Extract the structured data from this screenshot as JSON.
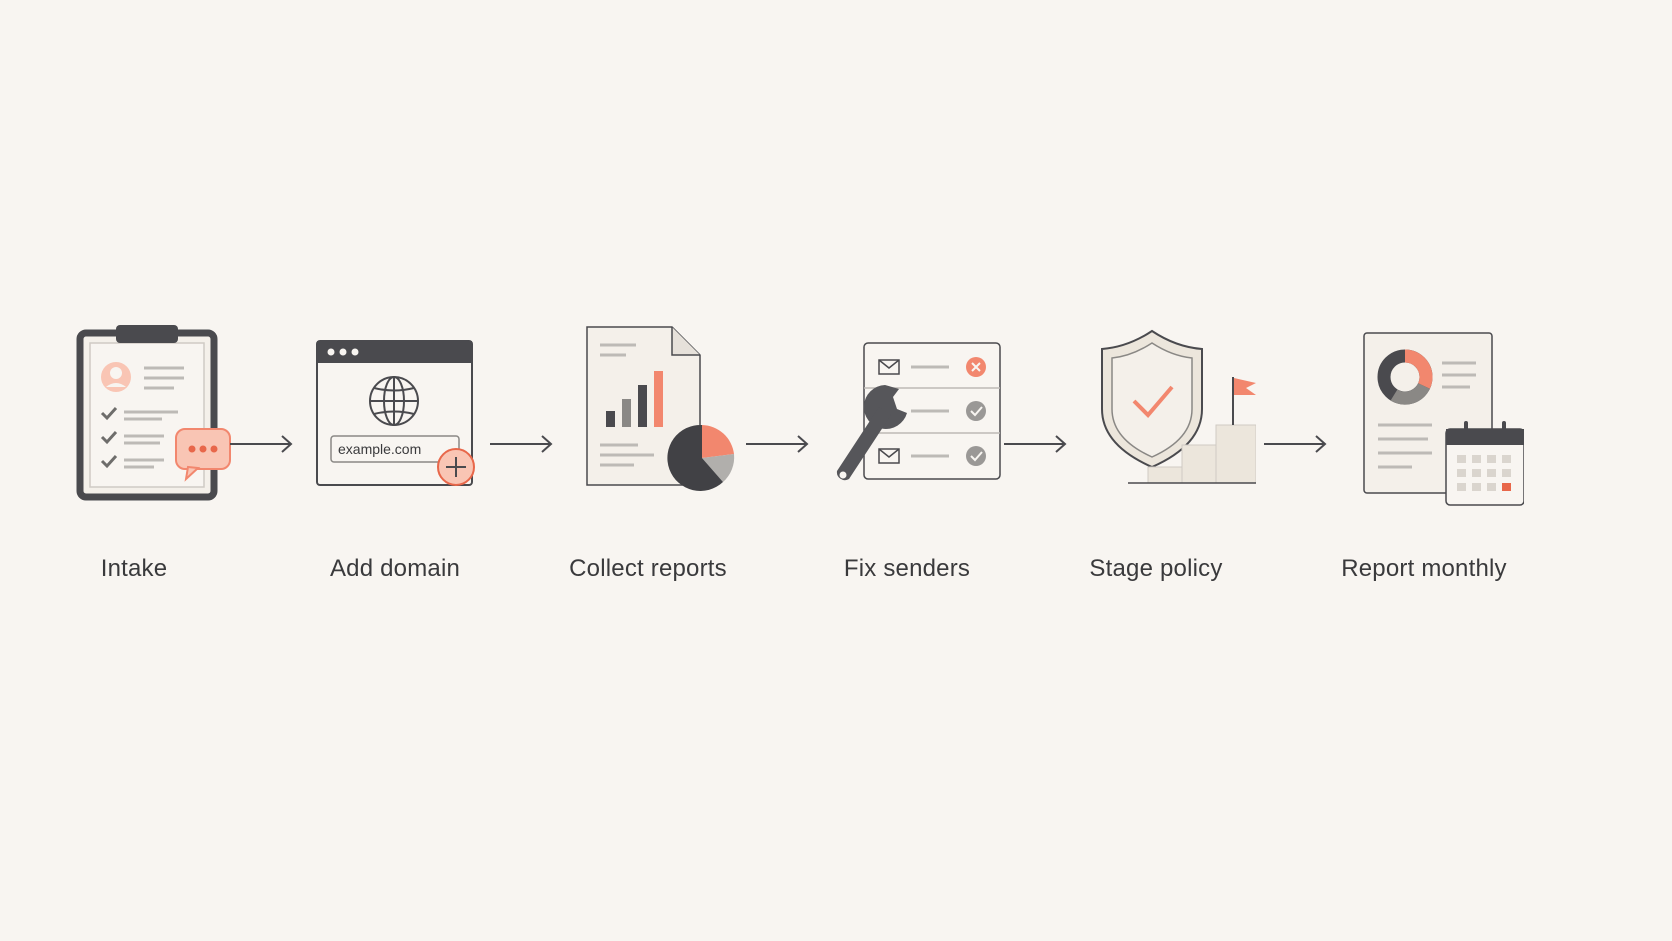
{
  "colors": {
    "background": "#f8f5f1",
    "dark": "#4a4a4e",
    "accent": "#f2876e",
    "accent_soft": "#f9c5b4",
    "line_gray": "#bdbab6",
    "paper": "#f4f0ea"
  },
  "steps": [
    {
      "label": "Intake",
      "icon": "clipboard-checklist-icon"
    },
    {
      "label": "Add domain",
      "icon": "browser-globe-icon",
      "url_text": "example.com"
    },
    {
      "label": "Collect reports",
      "icon": "report-chart-icon"
    },
    {
      "label": "Fix senders",
      "icon": "wrench-email-list-icon"
    },
    {
      "label": "Stage policy",
      "icon": "shield-stairs-flag-icon"
    },
    {
      "label": "Report monthly",
      "icon": "report-calendar-icon"
    }
  ],
  "connectors": [
    "arrow",
    "arrow",
    "arrow",
    "arrow",
    "arrow"
  ]
}
